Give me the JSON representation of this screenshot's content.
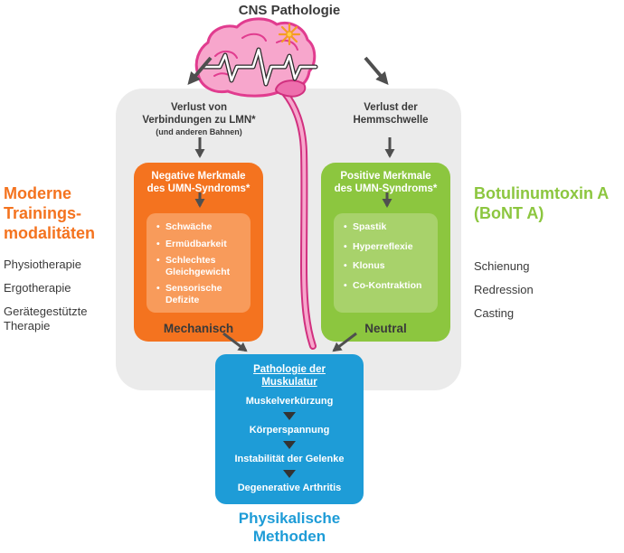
{
  "colors": {
    "orange": "#F4731F",
    "light_orange": "#F89B5B",
    "green": "#8CC63F",
    "light_green": "#A8D26B",
    "blue": "#1E9CD7",
    "gray_background": "#EBEBEB",
    "dark_text": "#3A3A3A",
    "arrow_gray": "#4F4F4F",
    "brain_pink": "#F7A6CC"
  },
  "title": "CNS Pathologie",
  "branches": {
    "left": {
      "lines": [
        "Verlust von",
        "Verbindungen zu LMN*"
      ],
      "subline": "(und anderen Bahnen)"
    },
    "right": {
      "lines": [
        "Verlust der",
        "Hemmschwelle"
      ]
    }
  },
  "negative_box": {
    "header": "Negative Merkmale des UMN-Syndroms*",
    "items": [
      "Schwäche",
      "Ermüdbarkeit",
      "Schlechtes Gleichgewicht",
      "Sensorische Defizite"
    ],
    "footer": "Mechanisch"
  },
  "positive_box": {
    "header": "Positive Merkmale des UMN-Syndroms*",
    "items": [
      "Spastik",
      "Hyperreflexie",
      "Klonus",
      "Co-Kontraktion"
    ],
    "footer": "Neutral"
  },
  "left_sidebar": {
    "heading_lines": [
      "Moderne",
      "Trainings-",
      "modalitäten"
    ],
    "items": [
      "Physiotherapie",
      "Ergotherapie",
      "Gerätegestützte Therapie"
    ]
  },
  "right_sidebar": {
    "heading_lines": [
      "Botulinumtoxin A",
      "(BoNT A)"
    ],
    "items": [
      "Schienung",
      "Redression",
      "Casting"
    ]
  },
  "muscle_box": {
    "header": "Pathologie der Muskulatur",
    "items": [
      "Muskelverkürzung",
      "Körperspannung",
      "Instabilität der Gelenke",
      "Degenerative Arthritis"
    ]
  },
  "footer": {
    "lines": [
      "Physikalische",
      "Methoden"
    ]
  }
}
